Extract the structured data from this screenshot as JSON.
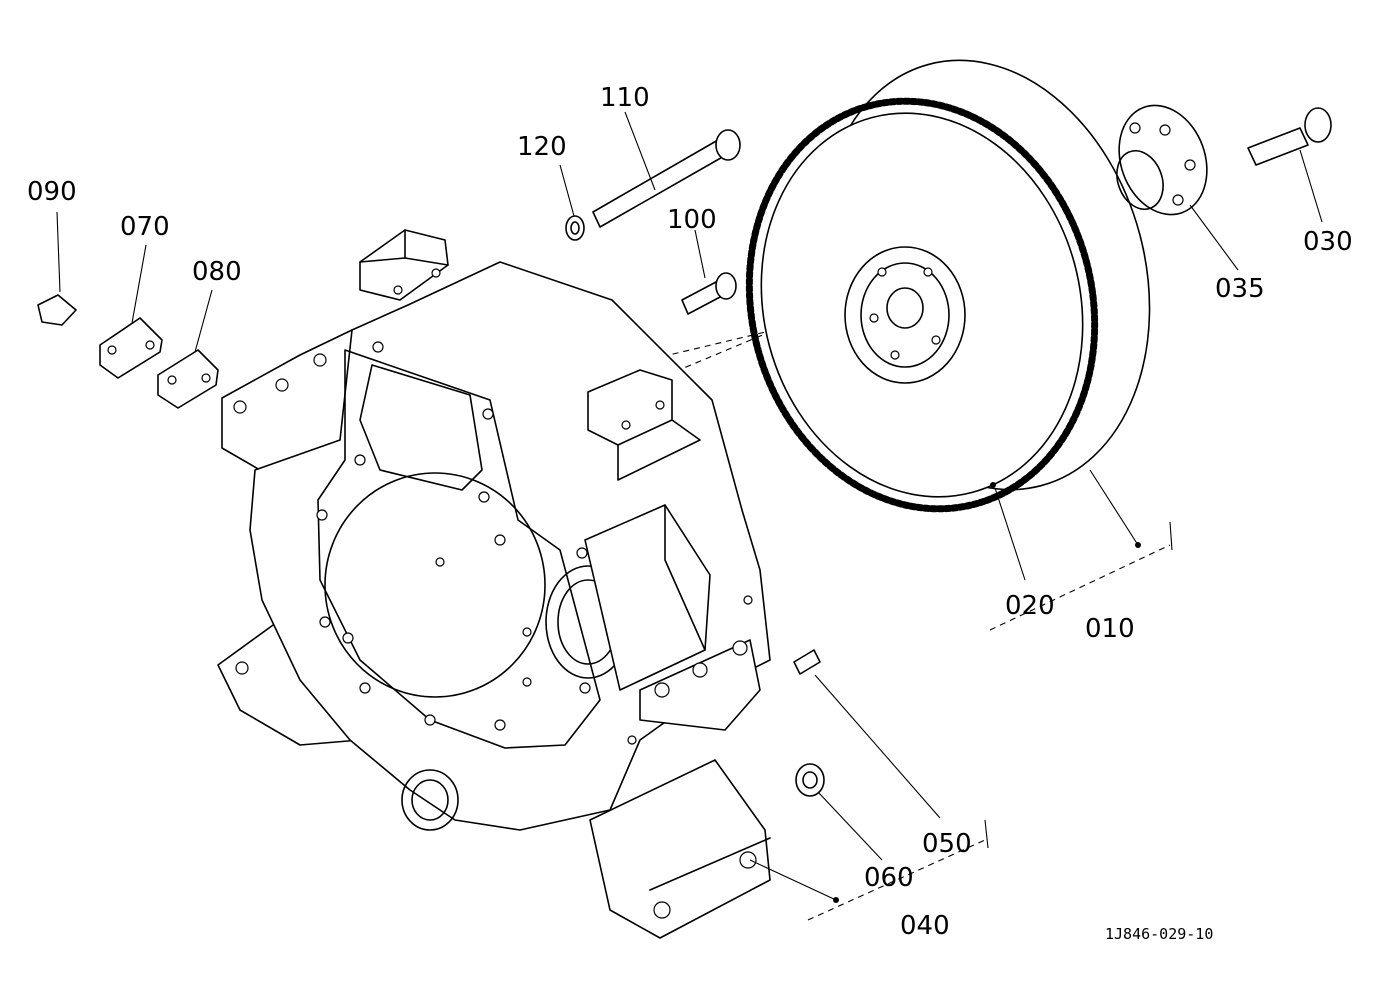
{
  "diagram": {
    "labels": {
      "p010": "010",
      "p020": "020",
      "p030": "030",
      "p035": "035",
      "p040": "040",
      "p050": "050",
      "p060": "060",
      "p070": "070",
      "p080": "080",
      "p090": "090",
      "p100": "100",
      "p110": "110",
      "p120": "120"
    },
    "drawing_code": "1J846-029-10"
  }
}
